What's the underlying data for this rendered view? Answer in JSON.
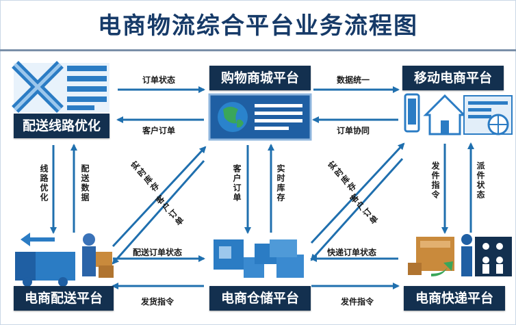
{
  "title": "电商物流综合平台业务流程图",
  "nodes": {
    "route": "配送线路优化",
    "mall": "购物商城平台",
    "mobile": "移动电商平台",
    "delivery": "电商配送平台",
    "warehouse": "电商仓储平台",
    "express": "电商快递平台"
  },
  "edges": {
    "order_status": "订单状态",
    "customer_order": "客户订单",
    "data_unify": "数据统一",
    "order_collab": "订单协同",
    "route_opt": "线路优化",
    "delivery_data": "配送数据",
    "realtime_stock_l": "实时库存",
    "customer_order_l": "客户订单",
    "customer_order_v": "客户订单",
    "realtime_stock_v": "实时库存",
    "realtime_stock_r": "实时库存",
    "customer_order_r": "客户订单",
    "dispatch_cmd_v": "发件指令",
    "deliver_status": "派件状态",
    "delivery_order_status": "配送订单状态",
    "express_order_status": "快递订单状态",
    "ship_cmd": "发货指令",
    "dispatch_cmd_h": "发件指令"
  },
  "colors": {
    "node_bg": "#13304f",
    "arrow": "#1f6fae",
    "title": "#163a68"
  }
}
